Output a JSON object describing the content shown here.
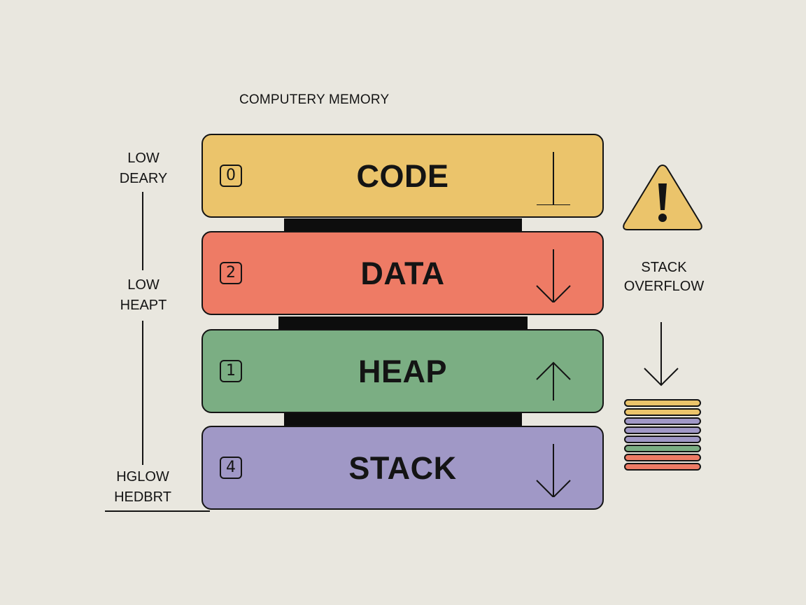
{
  "title": "COMPUTERY MEMORY",
  "side_labels": [
    {
      "line1": "LOW",
      "line2": "DEARY"
    },
    {
      "line1": "LOW",
      "line2": "HEAPT"
    },
    {
      "line1": "HGLOW",
      "line2": "HEDBRT"
    }
  ],
  "segments": [
    {
      "label": "CODE",
      "index": "0",
      "color": "#ebc46b",
      "icon": "end-marker-icon"
    },
    {
      "label": "DATA",
      "index": "2",
      "color": "#ee7b65",
      "icon": "arrow-down-icon"
    },
    {
      "label": "HEAP",
      "index": "1",
      "color": "#7bae83",
      "icon": "arrow-up-icon"
    },
    {
      "label": "STACK",
      "index": "4",
      "color": "#a098c6",
      "icon": "arrow-down-icon"
    }
  ],
  "warning": {
    "icon": "warning-triangle-icon",
    "color": "#ebc46b",
    "line1": "STACK",
    "line2": "OVERFLOW"
  },
  "overflow_stack": {
    "icon": "arrow-down-icon",
    "plate_colors": [
      "#ebc46b",
      "#ebc46b",
      "#a098c6",
      "#a098c6",
      "#a098c6",
      "#7bae83",
      "#ee7b65",
      "#ee7b65"
    ]
  },
  "outline_color": "#141414",
  "background_color": "#e9e7df"
}
